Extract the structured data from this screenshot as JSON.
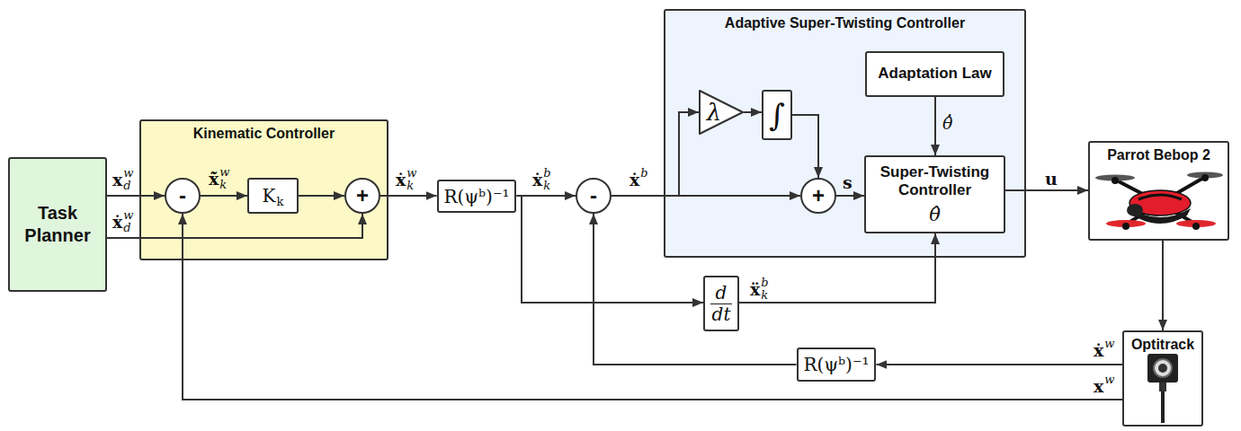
{
  "diagram": {
    "nodes": [
      {
        "text": [
          "Task Planner"
        ]
      },
      {
        "text": [
          "Kinematic Controller"
        ]
      },
      {
        "text": [
          "-"
        ],
        "in": 1
      },
      {
        "text": [
          "K",
          "k"
        ],
        "in": 1
      },
      {
        "text": [
          "+"
        ],
        "in": 1
      },
      {
        "text": [
          "R(ψᵇ)⁻¹"
        ]
      },
      {
        "text": [
          "-"
        ]
      },
      {
        "text": [
          "Adaptive Super-Twisting Controller"
        ]
      },
      {
        "text": [
          "λ"
        ],
        "in": 7
      },
      {
        "text": [
          "∫"
        ],
        "in": 7
      },
      {
        "text": [
          "+"
        ],
        "in": 7
      },
      {
        "text": [
          "Adaptation Law"
        ],
        "in": 7
      },
      {
        "text": [
          "Super-Twisting Controller",
          "θ̂"
        ],
        "in": 7
      },
      {
        "text": [
          "Parrot Bebop 2"
        ]
      },
      {
        "text": [
          "Optitrack"
        ]
      },
      {
        "text": [
          "d",
          "dt"
        ]
      },
      {
        "text": [
          "R(ψᵇ)⁻¹"
        ]
      }
    ],
    "edges": [
      {
        "from": 0,
        "to": 2,
        "arrow": "to"
      },
      {
        "from": 0,
        "to": 4,
        "arrow": "to"
      },
      {
        "from": 2,
        "to": 3,
        "arrow": "to"
      },
      {
        "from": 3,
        "to": 4,
        "arrow": "to"
      },
      {
        "from": 4,
        "to": 5,
        "arrow": "to"
      },
      {
        "from": 5,
        "to": 6,
        "arrow": "to"
      },
      {
        "from": 5,
        "to": 15,
        "arrow": "to"
      },
      {
        "from": 6,
        "to": 8,
        "arrow": "to"
      },
      {
        "from": 6,
        "to": 10,
        "arrow": "to"
      },
      {
        "from": 8,
        "to": 9,
        "arrow": "to"
      },
      {
        "from": 9,
        "to": 10,
        "arrow": "to"
      },
      {
        "from": 10,
        "to": 12,
        "arrow": "to"
      },
      {
        "from": 11,
        "to": 12,
        "arrow": "to"
      },
      {
        "from": 15,
        "to": 12,
        "arrow": "to"
      },
      {
        "from": 12,
        "to": 13,
        "arrow": "to"
      },
      {
        "from": 13,
        "to": 14,
        "arrow": "to"
      },
      {
        "from": 14,
        "to": 16,
        "arrow": "to"
      },
      {
        "from": 16,
        "to": 6,
        "arrow": "to"
      },
      {
        "from": 14,
        "to": 2,
        "arrow": "to"
      }
    ],
    "labels": [
      "x",
      "w",
      "d",
      "ẋ",
      "w",
      "d",
      "x̃̇",
      "w",
      "k",
      "ẋ",
      "w",
      "k",
      "ẋ",
      "b",
      "k",
      "ẋ",
      "b",
      "s",
      "θ̂̇",
      "u",
      "ẍ",
      "b",
      "k",
      "ẋ",
      "w",
      "x",
      "w"
    ]
  }
}
